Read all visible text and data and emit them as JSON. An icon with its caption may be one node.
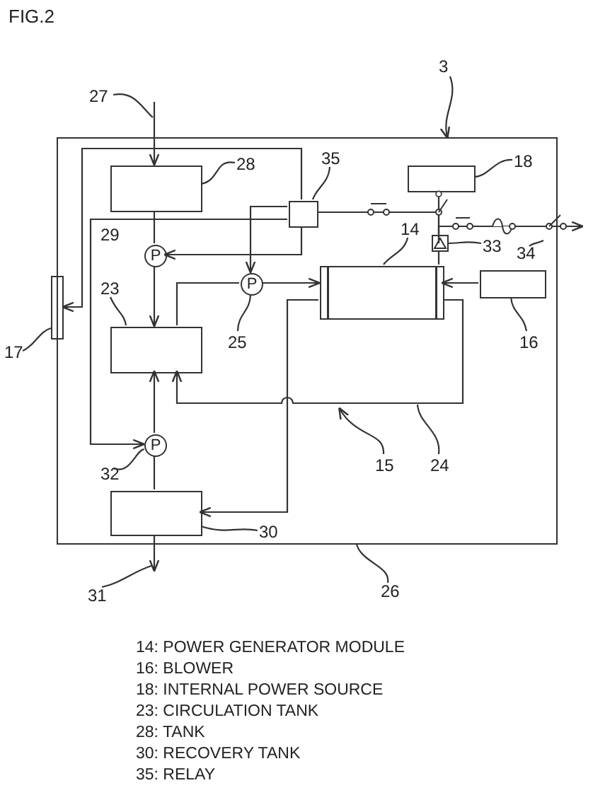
{
  "diagram": {
    "title": "FIG.2",
    "nodes": [
      {
        "text": [
          "3"
        ]
      },
      {
        "text": [],
        "shape": "box"
      },
      {
        "text": [
          "27"
        ]
      },
      {
        "text": [],
        "shape": "box",
        "in": 1
      },
      {
        "text": [
          "28"
        ],
        "in": 1
      },
      {
        "text": [],
        "shape": "box",
        "in": 1
      },
      {
        "text": [
          "35"
        ],
        "in": 1
      },
      {
        "text": [],
        "shape": "box",
        "in": 1
      },
      {
        "text": [
          "18"
        ],
        "in": 1
      },
      {
        "text": [
          "P"
        ],
        "in": 1
      },
      {
        "text": [
          "29"
        ],
        "in": 1
      },
      {
        "text": [],
        "shape": "box",
        "in": 1
      },
      {
        "text": [
          "14"
        ],
        "in": 1
      },
      {
        "text": [],
        "shape": "box",
        "in": 1
      },
      {
        "text": [
          "33"
        ],
        "in": 1
      },
      {
        "text": [
          "34"
        ],
        "in": 1
      },
      {
        "text": [],
        "shape": "box",
        "in": 1
      },
      {
        "text": [
          "16"
        ],
        "in": 1
      },
      {
        "text": [],
        "shape": "box",
        "in": 1
      },
      {
        "text": [
          "23"
        ],
        "in": 1
      },
      {
        "text": [
          "P"
        ],
        "in": 1
      },
      {
        "text": [
          "25"
        ],
        "in": 1
      },
      {
        "text": [],
        "shape": "box"
      },
      {
        "text": [
          "17"
        ]
      },
      {
        "text": [
          "15"
        ],
        "in": 1
      },
      {
        "text": [
          "24"
        ],
        "in": 1
      },
      {
        "text": [
          "P"
        ],
        "in": 1
      },
      {
        "text": [
          "32"
        ],
        "in": 1
      },
      {
        "text": [],
        "shape": "box",
        "in": 1
      },
      {
        "text": [
          "30"
        ],
        "in": 1
      },
      {
        "text": [
          "31"
        ]
      },
      {
        "text": [
          "26"
        ]
      }
    ],
    "edges": [
      {
        "from": 0,
        "to": 1,
        "arrow": "to"
      },
      {
        "from": 2,
        "to": null,
        "arrow": "none"
      },
      {
        "from": null,
        "to": 3,
        "arrow": "to"
      },
      {
        "from": 4,
        "to": 3,
        "arrow": "none"
      },
      {
        "from": 3,
        "to": 9,
        "arrow": "none"
      },
      {
        "from": 9,
        "to": 18,
        "arrow": "to"
      },
      {
        "from": 6,
        "to": 5,
        "arrow": "none"
      },
      {
        "from": 5,
        "to": 9,
        "arrow": "to"
      },
      {
        "from": 5,
        "to": 20,
        "arrow": "to"
      },
      {
        "from": 5,
        "to": 22,
        "arrow": "to"
      },
      {
        "from": 5,
        "to": 26,
        "arrow": "to"
      },
      {
        "from": 5,
        "to": 13,
        "arrow": "none"
      },
      {
        "from": 7,
        "to": 13,
        "arrow": "other"
      },
      {
        "from": 8,
        "to": 7,
        "arrow": "none"
      },
      {
        "from": 14,
        "to": 13,
        "arrow": "none"
      },
      {
        "from": 13,
        "to": 11,
        "arrow": "none"
      },
      {
        "from": 13,
        "to": null,
        "arrow": "to"
      },
      {
        "from": 15,
        "to": null,
        "arrow": "none"
      },
      {
        "from": 12,
        "to": 11,
        "arrow": "none"
      },
      {
        "from": 18,
        "to": 20,
        "arrow": "none"
      },
      {
        "from": 20,
        "to": 11,
        "arrow": "to"
      },
      {
        "from": 16,
        "to": 11,
        "arrow": "to"
      },
      {
        "from": 17,
        "to": 16,
        "arrow": "none"
      },
      {
        "from": 19,
        "to": 18,
        "arrow": "none"
      },
      {
        "from": 21,
        "to": 20,
        "arrow": "none"
      },
      {
        "from": 23,
        "to": 22,
        "arrow": "none"
      },
      {
        "from": 11,
        "to": 18,
        "arrow": "to"
      },
      {
        "from": 11,
        "to": 28,
        "arrow": "to"
      },
      {
        "from": 24,
        "to": null,
        "arrow": "to"
      },
      {
        "from": 25,
        "to": null,
        "arrow": "none"
      },
      {
        "from": 28,
        "to": 26,
        "arrow": "none"
      },
      {
        "from": 26,
        "to": 18,
        "arrow": "to"
      },
      {
        "from": 27,
        "to": 26,
        "arrow": "none"
      },
      {
        "from": 29,
        "to": 28,
        "arrow": "none"
      },
      {
        "from": 28,
        "to": null,
        "arrow": "to"
      },
      {
        "from": 30,
        "to": null,
        "arrow": "none"
      },
      {
        "from": 31,
        "to": 1,
        "arrow": "none"
      }
    ],
    "labels": [
      "14: POWER GENERATOR MODULE",
      "16: BLOWER",
      "18: INTERNAL POWER SOURCE",
      "23: CIRCULATION TANK",
      "28: TANK",
      "30: RECOVERY TANK",
      "35: RELAY"
    ]
  }
}
